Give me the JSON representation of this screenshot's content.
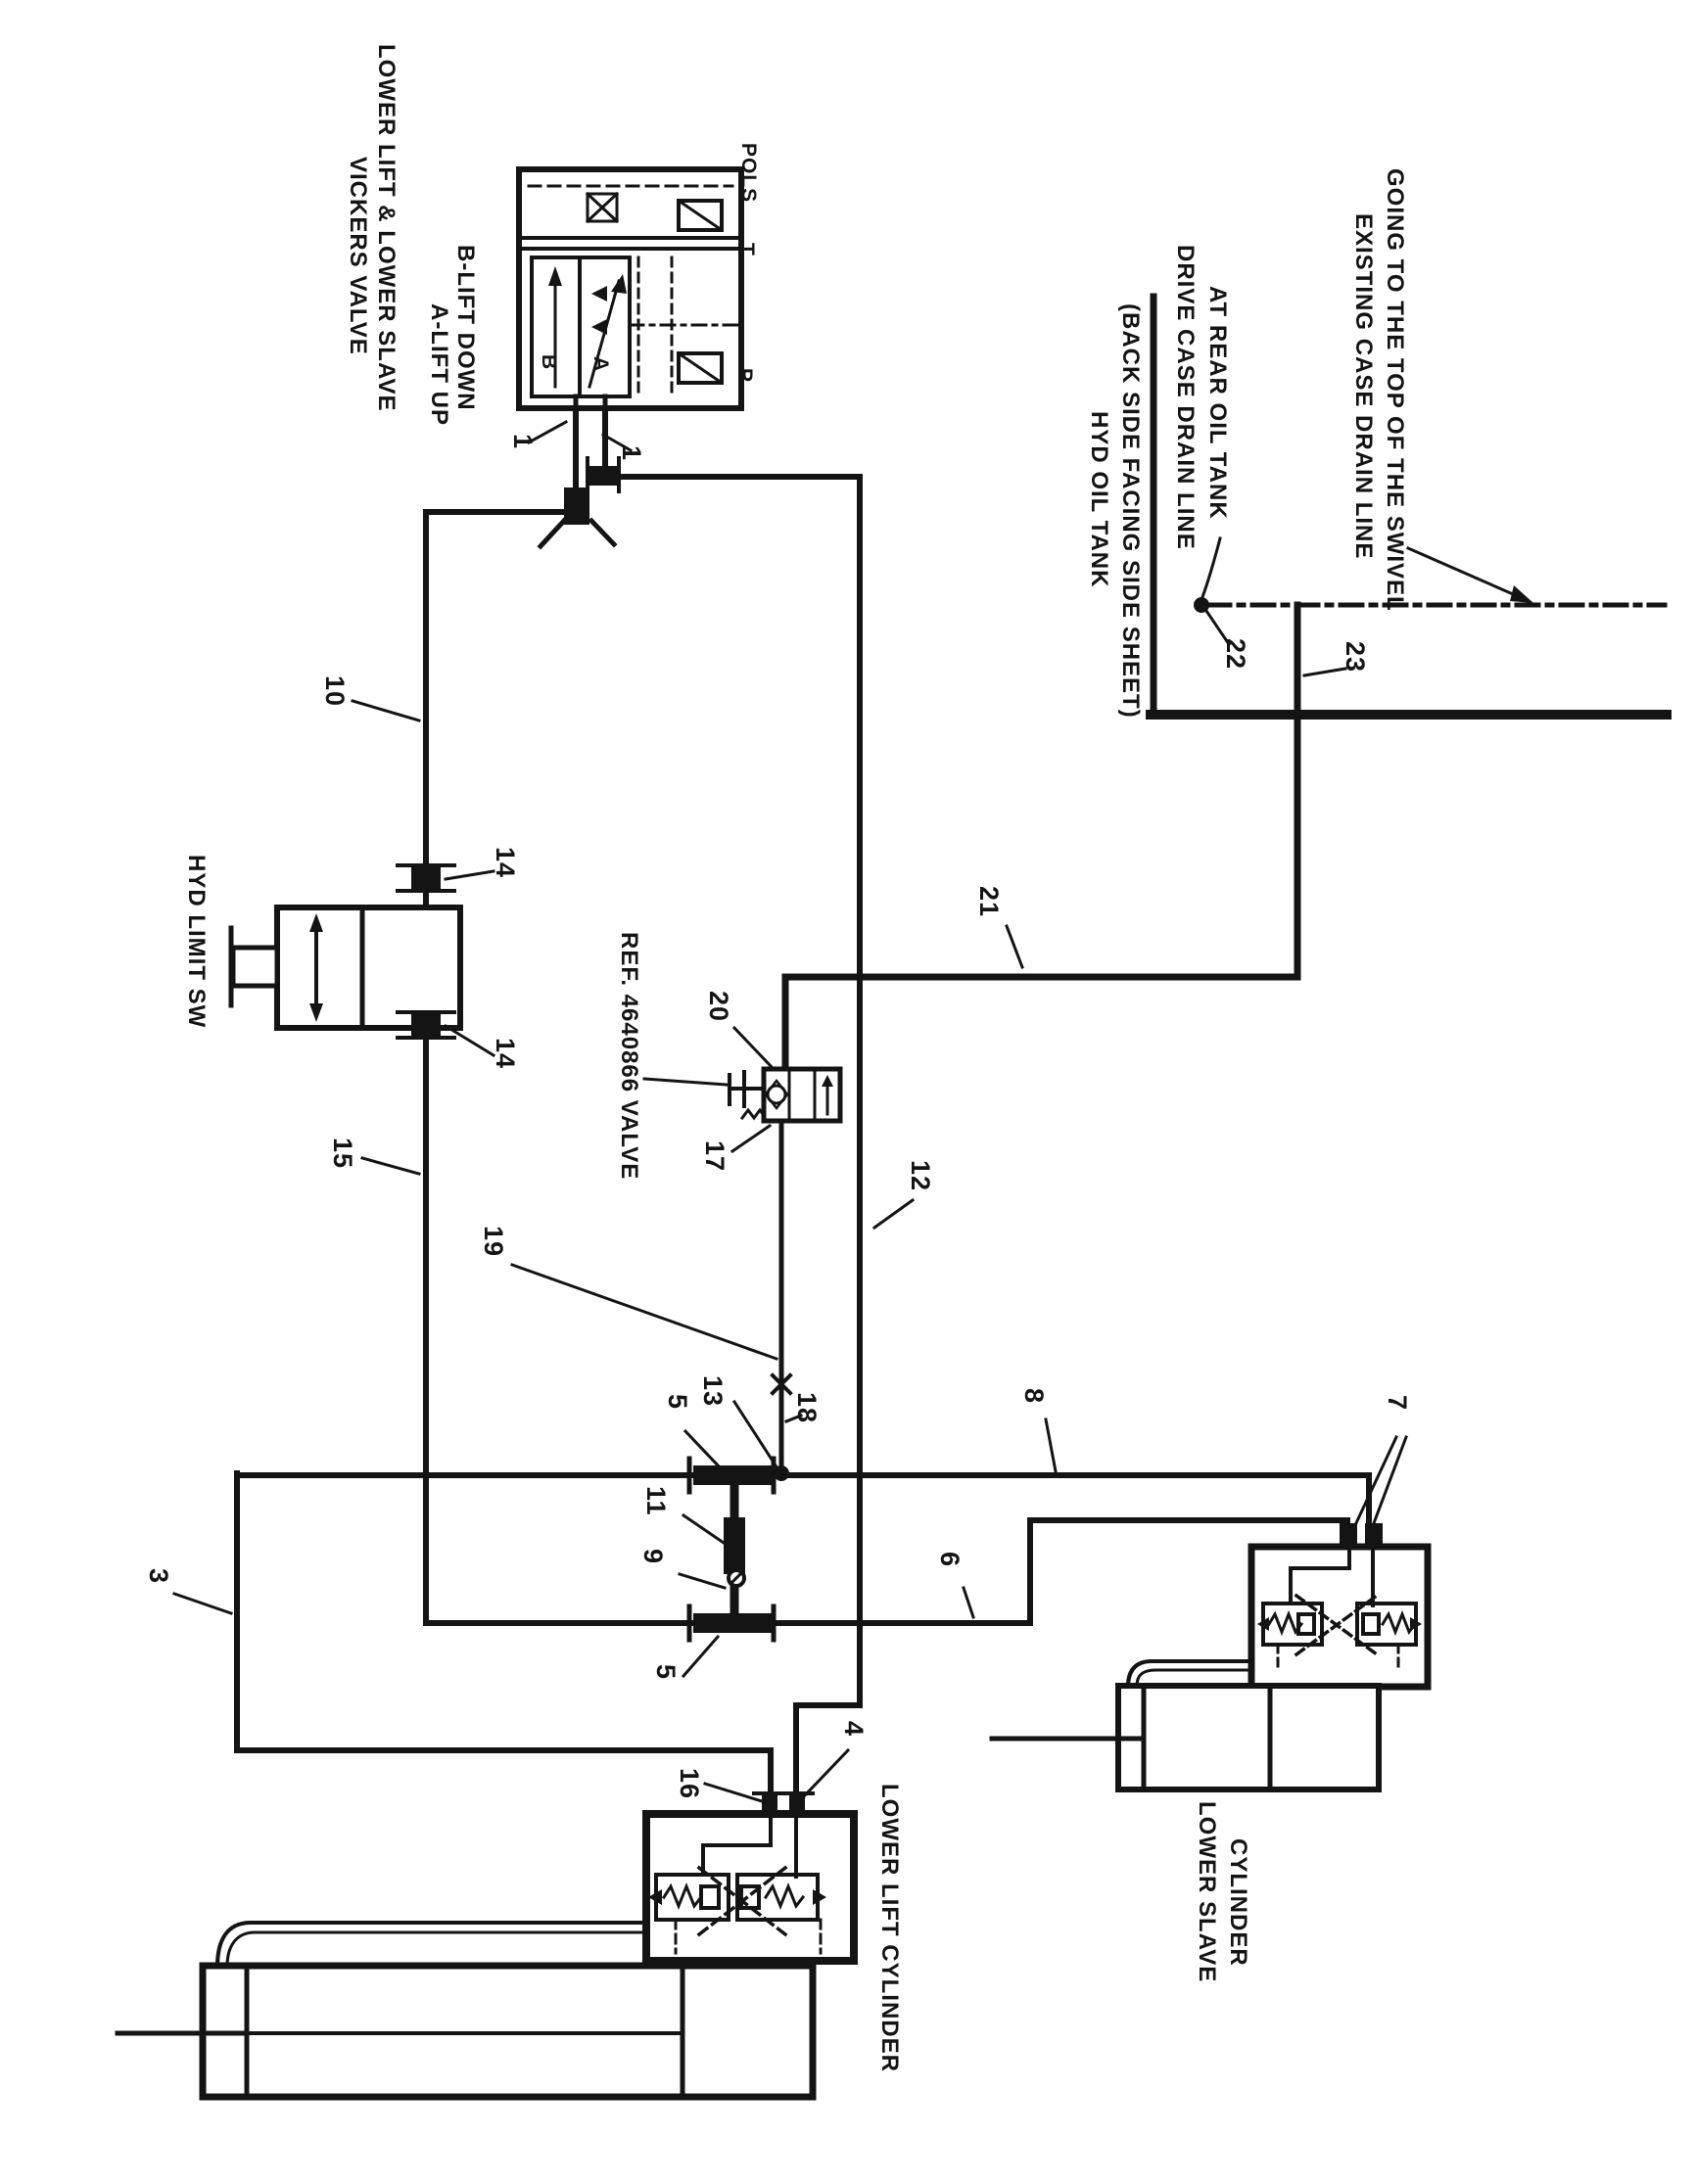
{
  "page": {
    "background": "#ffffff",
    "ink": "#141414",
    "description": "Hydraulic schematic sheet, rotated 90 degrees (landscape drawing on portrait page)"
  },
  "labels": {
    "vickers_line1": "VICKERS VALVE",
    "vickers_line2": "LOWER LIFT & LOWER SLAVE",
    "a_lift": "A-LIFT UP",
    "b_lift": "B-LIFT DOWN",
    "hyd_limit_sw": "HYD LIMIT SW",
    "ref_valve": "REF. 4640866 VALVE",
    "hyd_tank_line1": "HYD OIL TANK",
    "hyd_tank_line2": "(BACK SIDE FACING SIDE SHEET)",
    "drive_drain_line1": "DRIVE CASE DRAIN LINE",
    "drive_drain_line2": "AT REAR OIL TANK",
    "exist_drain_line1": "EXISTING CASE DRAIN LINE",
    "exist_drain_line2": "GOING TO THE TOP OF THE SWIVEL",
    "lower_lift_cylinder": "LOWER LIFT CYLINDER",
    "lower_slave_line1": "LOWER SLAVE",
    "lower_slave_line2": "CYLINDER",
    "port_b": "B",
    "port_a": "A",
    "port_t": "T",
    "port_p": "P",
    "valve_corner_text": "POLS"
  },
  "callouts": {
    "c1a": "1",
    "c1b": "1",
    "c3": "3",
    "c4": "4",
    "c5a": "5",
    "c5b": "5",
    "c6": "6",
    "c7": "7",
    "c8": "8",
    "c9": "9",
    "c10": "10",
    "c11": "11",
    "c12": "12",
    "c13": "13",
    "c14a": "14",
    "c14b": "14",
    "c15": "15",
    "c16": "16",
    "c17": "17",
    "c18": "18",
    "c19": "19",
    "c20": "20",
    "c21": "21",
    "c22": "22",
    "c23": "23"
  }
}
